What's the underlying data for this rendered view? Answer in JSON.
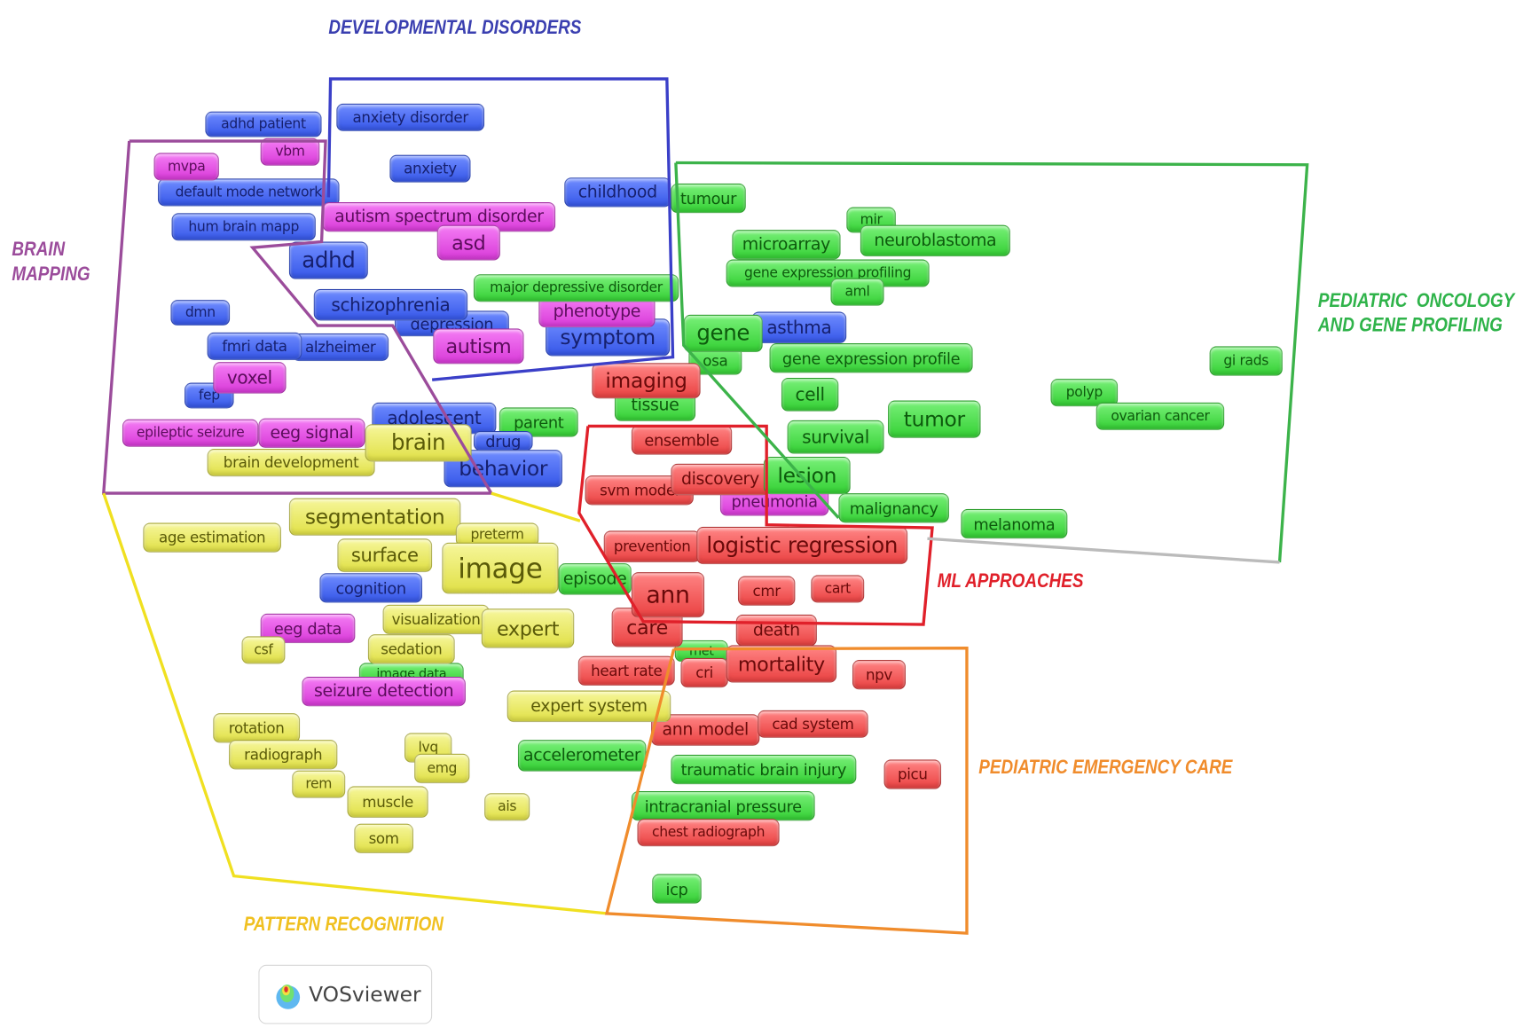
{
  "clusters": {
    "developmental_disorders": {
      "title": "DEVELOPMENTAL DISORDERS",
      "color": "#3a3fb0"
    },
    "brain_mapping": {
      "title_line1": "BRAIN",
      "title_line2": "MAPPING",
      "color": "#9b4c9b"
    },
    "pediatric_oncology": {
      "title_line1": "PEDIATRIC  ONCOLOGY",
      "title_line2": "AND GENE PROFILING",
      "color": "#2fb34a"
    },
    "ml_approaches": {
      "title": "ML APPROACHES",
      "color": "#e0202a"
    },
    "pediatric_emergency": {
      "title": "PEDIATRIC EMERGENCY CARE",
      "color": "#f08c2c"
    },
    "pattern_recognition": {
      "title": "PATTERN RECOGNITION",
      "color": "#f0c020"
    }
  },
  "node_colors": {
    "blue": "#4a6cf0",
    "magenta": "#e040e0",
    "green": "#44dd44",
    "red": "#f05050",
    "yellow": "#e8e860"
  },
  "nodes": [
    {
      "label": "adhd patient",
      "color": "blue"
    },
    {
      "label": "anxiety disorder",
      "color": "blue"
    },
    {
      "label": "anxiety",
      "color": "blue"
    },
    {
      "label": "default mode network",
      "color": "blue"
    },
    {
      "label": "hum brain mapp",
      "color": "blue"
    },
    {
      "label": "adhd",
      "color": "blue"
    },
    {
      "label": "childhood",
      "color": "blue"
    },
    {
      "label": "depression",
      "color": "blue"
    },
    {
      "label": "schizophrenia",
      "color": "blue"
    },
    {
      "label": "dmn",
      "color": "blue"
    },
    {
      "label": "alzheimer",
      "color": "blue"
    },
    {
      "label": "fmri data",
      "color": "blue"
    },
    {
      "label": "fep",
      "color": "blue"
    },
    {
      "label": "symptom",
      "color": "blue"
    },
    {
      "label": "asthma",
      "color": "blue"
    },
    {
      "label": "drug",
      "color": "blue"
    },
    {
      "label": "adolescent",
      "color": "blue"
    },
    {
      "label": "behavior",
      "color": "blue"
    },
    {
      "label": "cognition",
      "color": "blue"
    },
    {
      "label": "vbm",
      "color": "magenta"
    },
    {
      "label": "mvpa",
      "color": "magenta"
    },
    {
      "label": "autism spectrum disorder",
      "color": "magenta"
    },
    {
      "label": "asd",
      "color": "magenta"
    },
    {
      "label": "phenotype",
      "color": "magenta"
    },
    {
      "label": "autism",
      "color": "magenta"
    },
    {
      "label": "voxel",
      "color": "magenta"
    },
    {
      "label": "epileptic seizure",
      "color": "magenta"
    },
    {
      "label": "eeg signal",
      "color": "magenta"
    },
    {
      "label": "pneumonia",
      "color": "magenta"
    },
    {
      "label": "eeg data",
      "color": "magenta"
    },
    {
      "label": "tumour",
      "color": "green"
    },
    {
      "label": "mir",
      "color": "green"
    },
    {
      "label": "microarray",
      "color": "green"
    },
    {
      "label": "neuroblastoma",
      "color": "green"
    },
    {
      "label": "gene expression profiling",
      "color": "green"
    },
    {
      "label": "aml",
      "color": "green"
    },
    {
      "label": "major depressive disorder",
      "color": "green"
    },
    {
      "label": "osa",
      "color": "green"
    },
    {
      "label": "gene",
      "color": "green"
    },
    {
      "label": "gene expression profile",
      "color": "green"
    },
    {
      "label": "gi rads",
      "color": "green"
    },
    {
      "label": "cell",
      "color": "green"
    },
    {
      "label": "tissue",
      "color": "green"
    },
    {
      "label": "parent",
      "color": "green"
    },
    {
      "label": "tumor",
      "color": "green"
    },
    {
      "label": "polyp",
      "color": "green"
    },
    {
      "label": "ovarian cancer",
      "color": "green"
    },
    {
      "label": "survival",
      "color": "green"
    },
    {
      "label": "malignancy",
      "color": "green"
    },
    {
      "label": "melanoma",
      "color": "green"
    },
    {
      "label": "episode",
      "color": "green"
    },
    {
      "label": "met",
      "color": "green"
    },
    {
      "label": "image data",
      "color": "green"
    },
    {
      "label": "seizure detection",
      "color": "magenta"
    },
    {
      "label": "accelerometer",
      "color": "green"
    },
    {
      "label": "traumatic brain injury",
      "color": "green"
    },
    {
      "label": "intracranial pressure",
      "color": "green"
    },
    {
      "label": "icp",
      "color": "green"
    },
    {
      "label": "imaging",
      "color": "red"
    },
    {
      "label": "ensemble",
      "color": "red"
    },
    {
      "label": "svm model",
      "color": "red"
    },
    {
      "label": "discovery",
      "color": "red"
    },
    {
      "label": "lesion",
      "color": "green"
    },
    {
      "label": "prevention",
      "color": "red"
    },
    {
      "label": "logistic regression",
      "color": "red"
    },
    {
      "label": "care",
      "color": "red"
    },
    {
      "label": "ann",
      "color": "red"
    },
    {
      "label": "cmr",
      "color": "red"
    },
    {
      "label": "cart",
      "color": "red"
    },
    {
      "label": "death",
      "color": "red"
    },
    {
      "label": "heart rate",
      "color": "red"
    },
    {
      "label": "cri",
      "color": "red"
    },
    {
      "label": "mortality",
      "color": "red"
    },
    {
      "label": "npv",
      "color": "red"
    },
    {
      "label": "ann model",
      "color": "red"
    },
    {
      "label": "cad system",
      "color": "red"
    },
    {
      "label": "picu",
      "color": "red"
    },
    {
      "label": "chest radiograph",
      "color": "red"
    },
    {
      "label": "brain development",
      "color": "yellow"
    },
    {
      "label": "brain",
      "color": "yellow"
    },
    {
      "label": "segmentation",
      "color": "yellow"
    },
    {
      "label": "age estimation",
      "color": "yellow"
    },
    {
      "label": "preterm",
      "color": "yellow"
    },
    {
      "label": "surface",
      "color": "yellow"
    },
    {
      "label": "image",
      "color": "yellow"
    },
    {
      "label": "visualization",
      "color": "yellow"
    },
    {
      "label": "expert",
      "color": "yellow"
    },
    {
      "label": "csf",
      "color": "yellow"
    },
    {
      "label": "sedation",
      "color": "yellow"
    },
    {
      "label": "rotation",
      "color": "yellow"
    },
    {
      "label": "rem",
      "color": "yellow"
    },
    {
      "label": "radiograph",
      "color": "yellow"
    },
    {
      "label": "lvq",
      "color": "yellow"
    },
    {
      "label": "emg",
      "color": "yellow"
    },
    {
      "label": "expert system",
      "color": "yellow"
    },
    {
      "label": "muscle",
      "color": "yellow"
    },
    {
      "label": "ais",
      "color": "yellow"
    },
    {
      "label": "som",
      "color": "yellow"
    }
  ],
  "logo": {
    "text": "VOSviewer"
  }
}
